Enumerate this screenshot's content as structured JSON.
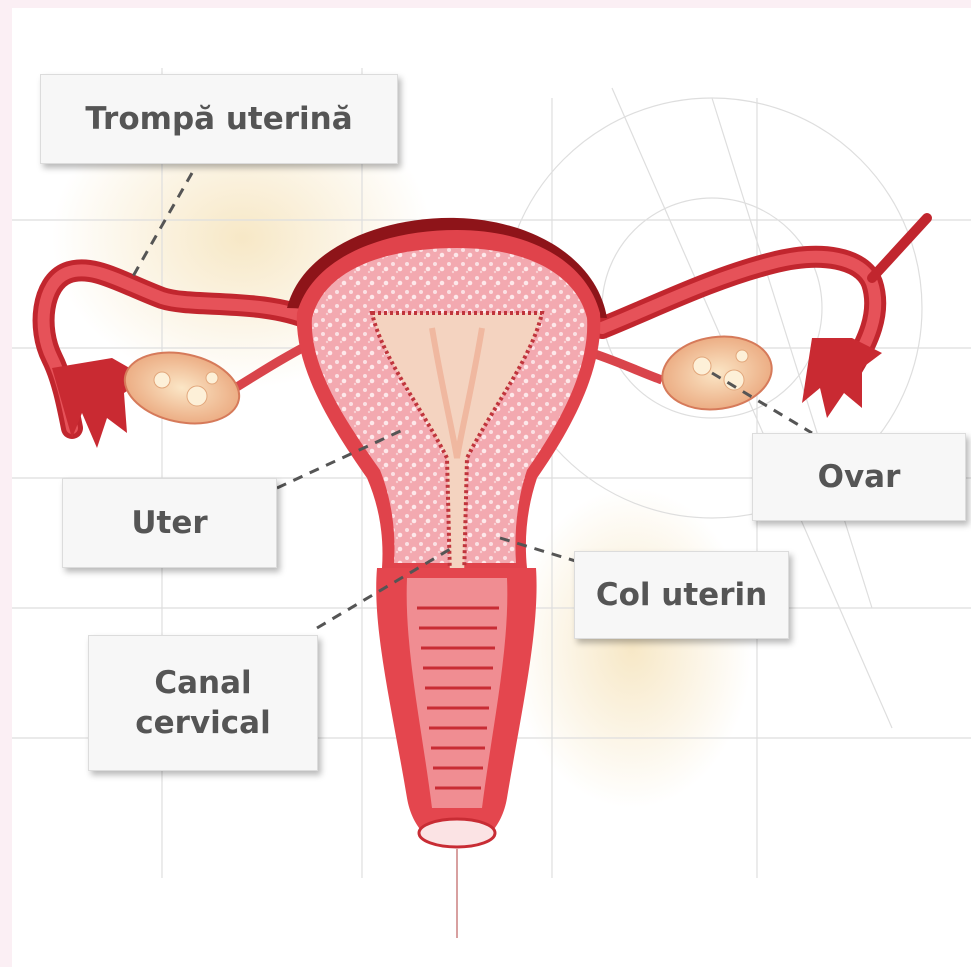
{
  "labels": {
    "tube": "Trompă uterină",
    "uterus": "Uter",
    "ovary": "Ovar",
    "cervix": "Col uterin",
    "canal_line1": "Canal",
    "canal_line2": "cervical"
  },
  "colors": {
    "tissue": "#e2414a",
    "tissue_dark": "#a5171c",
    "tissue_light": "#f7c2c6",
    "ovary": "#f6c99a",
    "grid": "#d9d9d9",
    "label_bg": "#f7f7f7",
    "label_text": "#555555"
  }
}
